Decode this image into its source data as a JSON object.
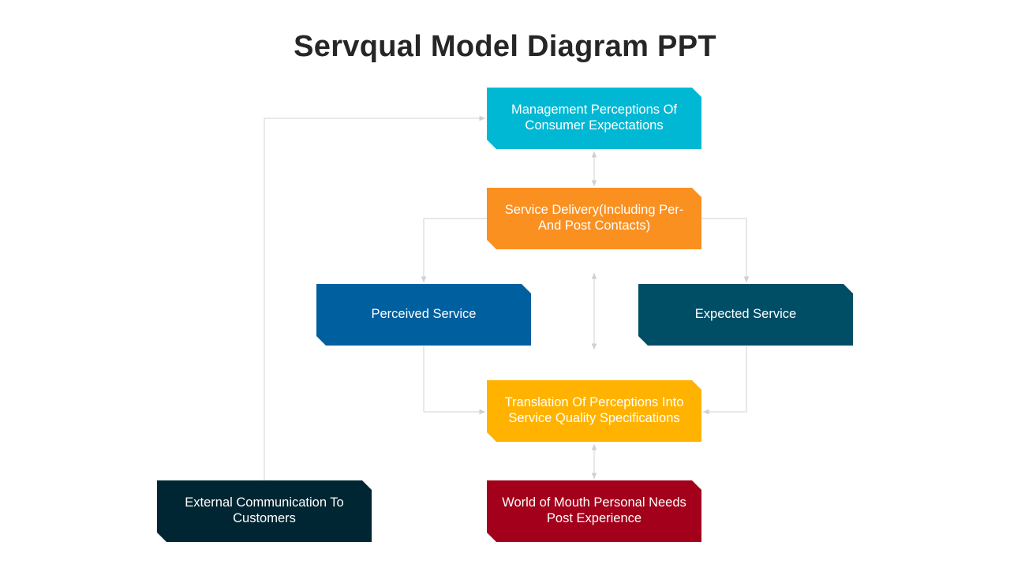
{
  "title": "Servqual Model Diagram PPT",
  "nodes": [
    {
      "id": "management",
      "label": "Management Perceptions Of Consumer Expectations",
      "color": "#00B8D4"
    },
    {
      "id": "delivery",
      "label": "Service Delivery(Including Per-And Post Contacts)",
      "color": "#FA9020"
    },
    {
      "id": "perceived",
      "label": "Perceived Service",
      "color": "#005F9E"
    },
    {
      "id": "expected",
      "label": "Expected Service",
      "color": "#004D66"
    },
    {
      "id": "translation",
      "label": "Translation Of Perceptions Into Service Quality Specifications",
      "color": "#FFB300"
    },
    {
      "id": "external",
      "label": "External Communication To Customers",
      "color": "#002633"
    },
    {
      "id": "word",
      "label": "World of Mouth Personal Needs Post Experience",
      "color": "#A3001B"
    }
  ],
  "colors": {
    "connector": "#D9D9D9",
    "title": "#262626",
    "background": "#FFFFFF"
  }
}
